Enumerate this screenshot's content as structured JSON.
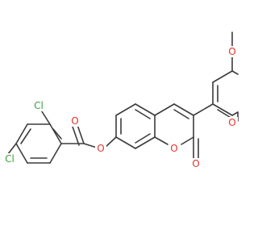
{
  "molecule": {
    "atoms": {
      "cl_top": {
        "symbol": "Cl",
        "color": "#3ca03c"
      },
      "cl_bottom": {
        "symbol": "Cl",
        "color": "#3ca03c"
      },
      "o_carbonyl_ester": {
        "symbol": "O",
        "color": "#e8312a"
      },
      "o_ester_link": {
        "symbol": "O",
        "color": "#e8312a"
      },
      "o_ring": {
        "symbol": "O",
        "color": "#e8312a"
      },
      "o_lactone": {
        "symbol": "O",
        "color": "#e8312a"
      },
      "o_methoxy_top": {
        "symbol": "O",
        "color": "#e8312a"
      },
      "o_methoxy_mid": {
        "symbol": "O",
        "color": "#e8312a"
      }
    },
    "bond_color": "#3b3b3b",
    "background": "#ffffff"
  }
}
